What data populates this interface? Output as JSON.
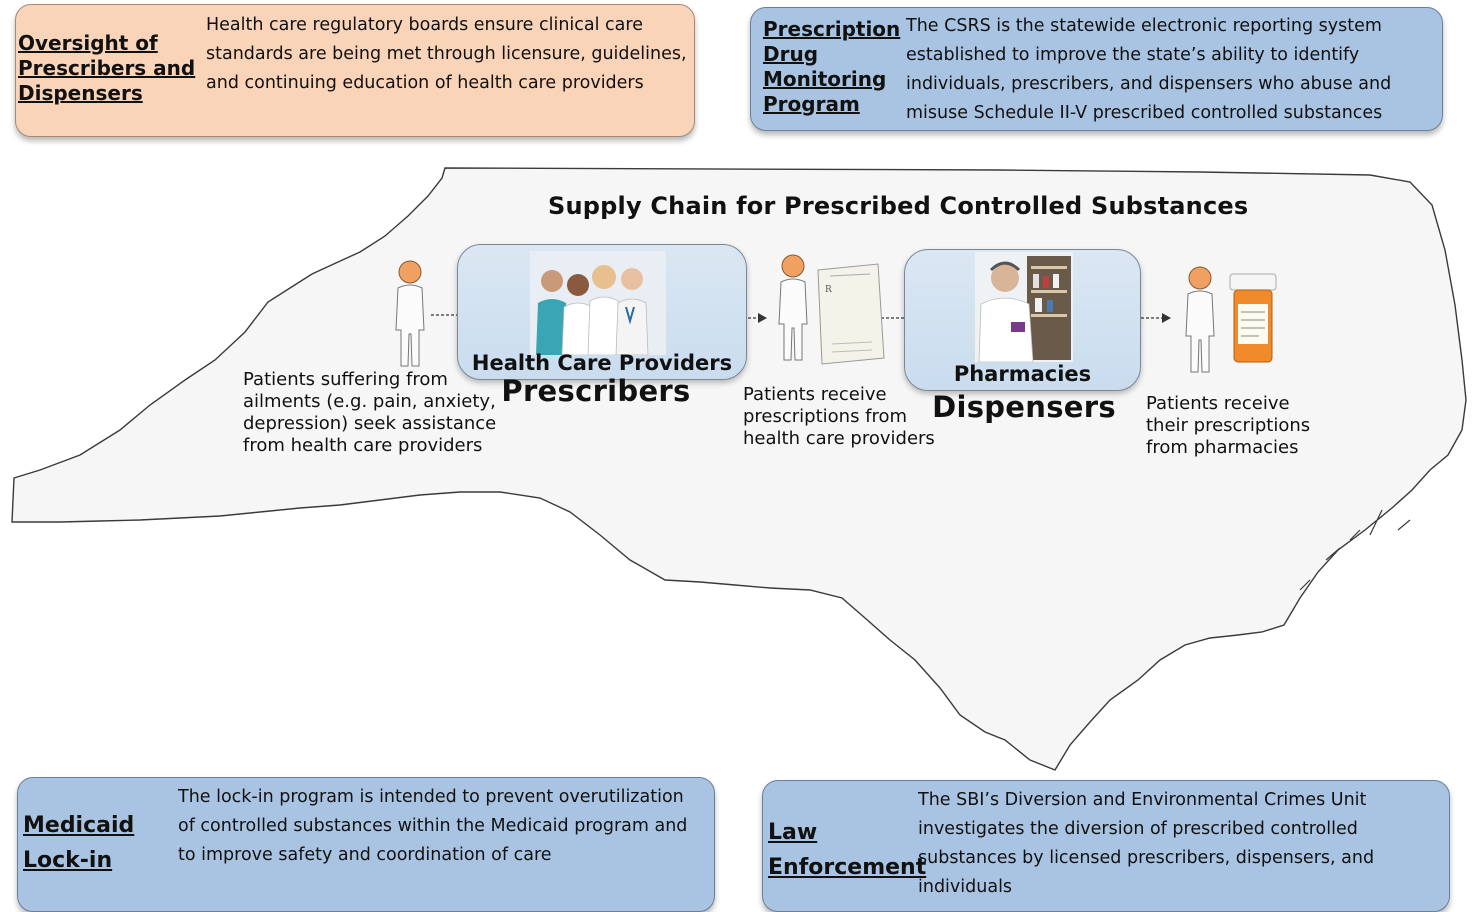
{
  "oversight": {
    "heading": "Oversight of\nPrescribers and\nDispensers",
    "body": "Health care regulatory boards ensure clinical care standards are being met through licensure, guidelines, and continuing education of health care providers"
  },
  "pdmp": {
    "heading": "Prescription\nDrug\nMonitoring\nProgram",
    "body": "The CSRS is the statewide electronic reporting system established to improve the state’s ability to identify individuals, prescribers, and dispensers who abuse and misuse Schedule II-V prescribed controlled substances"
  },
  "medicaid": {
    "heading": "Medicaid\nLock-in",
    "body": "The lock-in program is intended to prevent overutilization of controlled substances within the Medicaid program and to improve safety and coordination of care"
  },
  "law": {
    "heading": "Law\nEnforcement",
    "body": "The SBI’s Diversion and Environmental Crimes Unit investigates the diversion of prescribed controlled substances by licensed prescribers, dispensers, and individuals"
  },
  "diagram": {
    "title": "Supply Chain for Prescribed Controlled Substances",
    "providers_label": "Health Care Providers",
    "prescribers_label": "Prescribers",
    "pharmacies_label": "Pharmacies",
    "dispensers_label": "Dispensers",
    "caption_patients_seek": "Patients suffering from\nailments (e.g. pain, anxiety,\ndepression) seek assistance\nfrom health care providers",
    "caption_receive_prescriptions": "Patients receive\nprescriptions from\nhealth care providers",
    "caption_receive_from_pharmacies": "Patients receive\ntheir prescriptions\nfrom pharmacies"
  },
  "colors": {
    "peach_box": "#f9d4b8",
    "blue_box": "#a9c4e2",
    "node_box": "#d3e2f1",
    "map_fill": "#f6f6f6"
  }
}
